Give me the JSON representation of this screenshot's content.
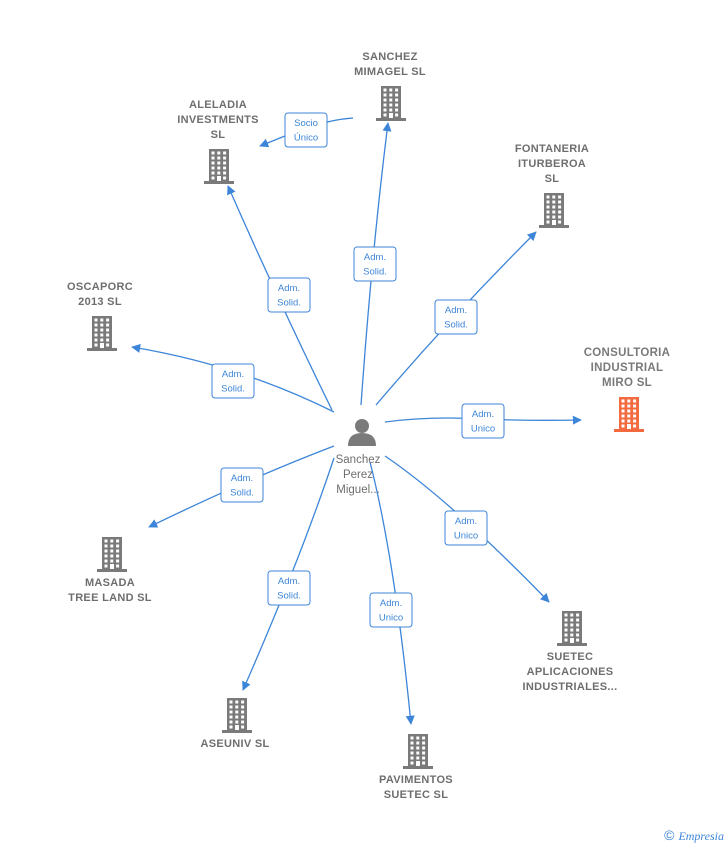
{
  "colors": {
    "edge": "#3d85d8",
    "building": "#7a7a7a",
    "building_highlight": "#f26a3d",
    "person": "#7a7a7a"
  },
  "center": {
    "icon": "person-icon",
    "lines": [
      "Sanchez",
      "Perez",
      "Miguel..."
    ]
  },
  "companies": [
    {
      "id": "sanchez-mimagel",
      "lines": [
        "SANCHEZ",
        "MIMAGEL SL"
      ],
      "highlight": false
    },
    {
      "id": "aleladia-investments",
      "lines": [
        "ALELADIA",
        "INVESTMENTS",
        "SL"
      ],
      "highlight": false
    },
    {
      "id": "fontaneria-iturberoa",
      "lines": [
        "FONTANERIA",
        "ITURBEROA",
        "SL"
      ],
      "highlight": false
    },
    {
      "id": "oscaporc-2013",
      "lines": [
        "OSCAPORC",
        "2013 SL"
      ],
      "highlight": false
    },
    {
      "id": "consultoria-industrial-miro",
      "lines": [
        "CONSULTORIA",
        "INDUSTRIAL",
        "MIRO SL"
      ],
      "highlight": true
    },
    {
      "id": "masada-tree-land",
      "lines": [
        "MASADA",
        "TREE LAND SL"
      ],
      "highlight": false
    },
    {
      "id": "suetec-aplicaciones",
      "lines": [
        "SUETEC",
        "APLICACIONES",
        "INDUSTRIALES..."
      ],
      "highlight": false
    },
    {
      "id": "aseuniv",
      "lines": [
        "ASEUNIV SL"
      ],
      "highlight": false
    },
    {
      "id": "pavimentos-suetec",
      "lines": [
        "PAVIMENTOS",
        "SUETEC SL"
      ],
      "highlight": false
    }
  ],
  "relations": [
    {
      "from": "center",
      "to": "aleladia-investments",
      "label": [
        "Adm.",
        "Solid."
      ]
    },
    {
      "from": "center",
      "to": "sanchez-mimagel",
      "label": [
        "Adm.",
        "Solid."
      ]
    },
    {
      "from": "sanchez-mimagel",
      "to": "aleladia-investments",
      "label": [
        "Socio",
        "Único"
      ]
    },
    {
      "from": "center",
      "to": "fontaneria-iturberoa",
      "label": [
        "Adm.",
        "Solid."
      ]
    },
    {
      "from": "center",
      "to": "oscaporc-2013",
      "label": [
        "Adm.",
        "Solid."
      ]
    },
    {
      "from": "center",
      "to": "consultoria-industrial-miro",
      "label": [
        "Adm.",
        "Unico"
      ]
    },
    {
      "from": "center",
      "to": "masada-tree-land",
      "label": [
        "Adm.",
        "Solid."
      ]
    },
    {
      "from": "center",
      "to": "suetec-aplicaciones",
      "label": [
        "Adm.",
        "Unico"
      ]
    },
    {
      "from": "center",
      "to": "aseuniv",
      "label": [
        "Adm.",
        "Solid."
      ]
    },
    {
      "from": "center",
      "to": "pavimentos-suetec",
      "label": [
        "Adm.",
        "Unico"
      ]
    }
  ],
  "footer": {
    "copyright_symbol": "©",
    "brand": "Empresia"
  }
}
